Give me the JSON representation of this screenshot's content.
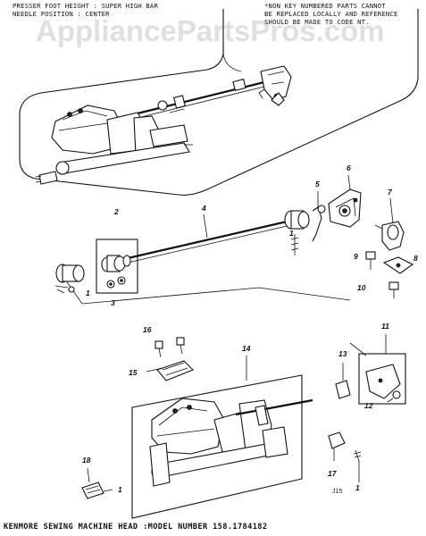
{
  "watermark": "AppliancePartsPros.com",
  "notes": {
    "left_line1": "PRESSER FOOT HEIGHT : SUPER HIGH BAR",
    "left_line2": "NEEDLE POSITION : CENTER",
    "right_line1": "*NON KEY NUMBERED PARTS CANNOT",
    "right_line2": "BE REPLACED LOCALLY AND REFERENCE",
    "right_line3": "SHOULD BE MADE TO CODE NT."
  },
  "callouts": [
    "1",
    "2",
    "3",
    "4",
    "5",
    "6",
    "7",
    "8",
    "9",
    "10",
    "11",
    "12",
    "13",
    "14",
    "15",
    "16",
    "17",
    "18",
    "1",
    "1",
    "1"
  ],
  "drawing_code": "J15",
  "title": "KENMORE SEWING MACHINE HEAD :MODEL NUMBER 158.1784182"
}
